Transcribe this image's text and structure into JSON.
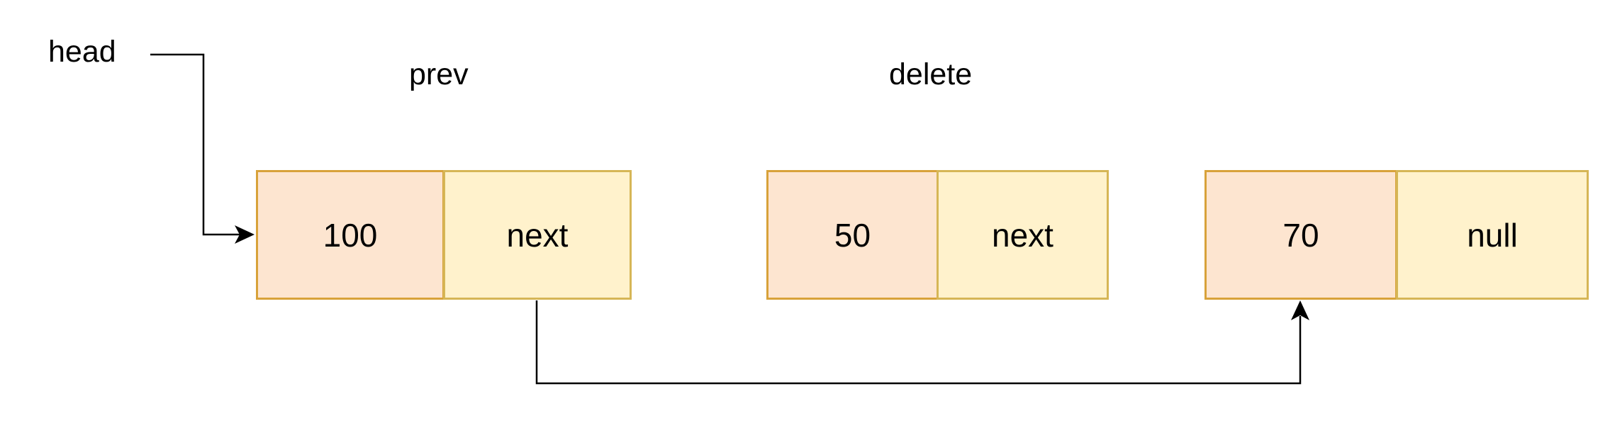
{
  "labels": {
    "head": "head",
    "prev": "prev",
    "delete": "delete"
  },
  "nodes": [
    {
      "value": "100",
      "pointer": "next"
    },
    {
      "value": "50",
      "pointer": "next"
    },
    {
      "value": "70",
      "pointer": "null"
    }
  ],
  "colors": {
    "value_fill": "#fde5d0",
    "value_stroke": "#d8a23a",
    "pointer_fill": "#fff2cc",
    "pointer_stroke": "#d6b656",
    "edge": "#000000"
  }
}
